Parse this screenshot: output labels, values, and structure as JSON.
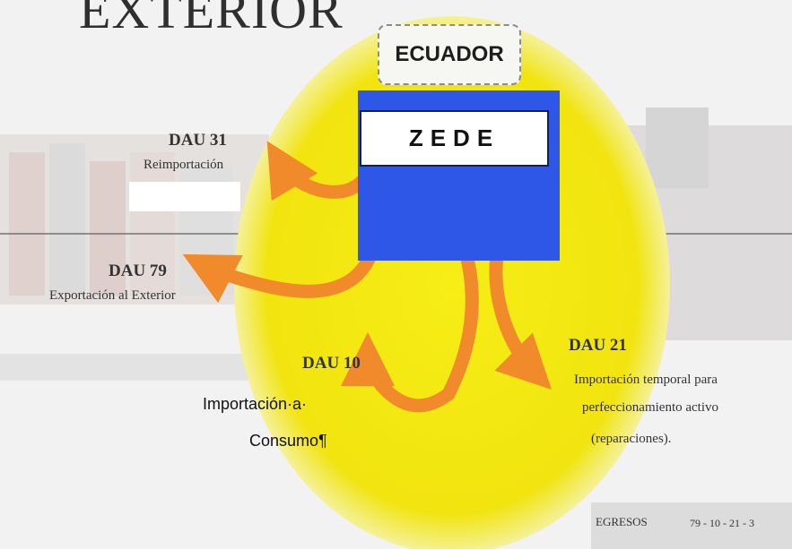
{
  "title": "EXTERIOR",
  "ecuador_label": "ECUADOR",
  "zede_label": "ZEDE",
  "flows": {
    "dau31": {
      "code": "DAU 31",
      "desc": "Reimportación"
    },
    "dau79": {
      "code": "DAU 79",
      "desc": "Exportación al Exterior"
    },
    "dau10": {
      "code": "DAU 10",
      "desc_line1": "Importación·a·",
      "desc_line2": "Consumo¶"
    },
    "dau21": {
      "code": "DAU 21",
      "desc_line1": "Importación temporal para",
      "desc_line2": "perfeccionamiento activo",
      "desc_line3": "(reparaciones)."
    }
  },
  "footer": {
    "label": "EGRESOS",
    "codes": "79 - 10 - 21 - 3"
  },
  "colors": {
    "circle": "#f2e811",
    "zede_panel": "#2e57e8",
    "arrow": "#f08a2b"
  }
}
